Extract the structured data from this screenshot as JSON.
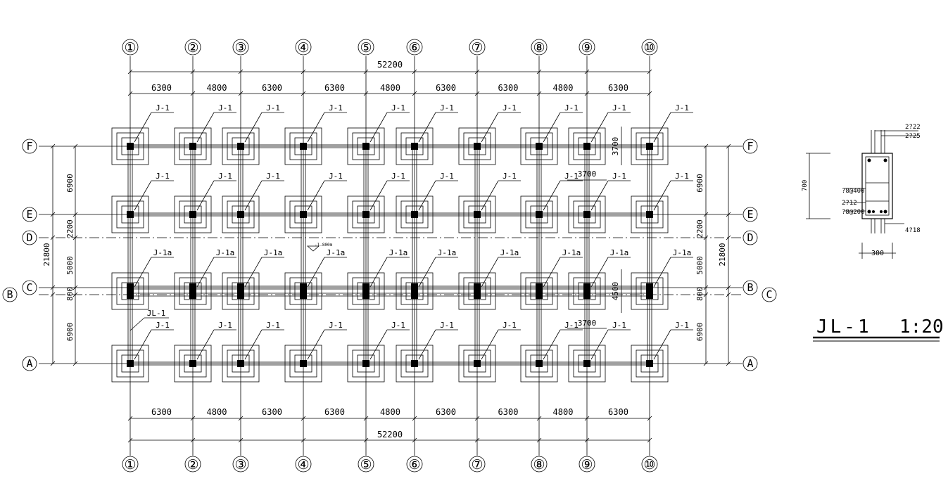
{
  "axes_x": [
    "①",
    "②",
    "③",
    "④",
    "⑤",
    "⑥",
    "⑦",
    "⑧",
    "⑨",
    "⑩"
  ],
  "axes_y": [
    "F",
    "E",
    "D",
    "C",
    "B",
    "A"
  ],
  "spans_x": [
    "6300",
    "4800",
    "6300",
    "6300",
    "4800",
    "6300",
    "6300",
    "4800",
    "6300"
  ],
  "total_x": "52200",
  "spans_y_left": [
    "6900",
    "2200",
    "5000",
    "800",
    "6900"
  ],
  "total_y": "21800",
  "footing_label": "J-1",
  "footing_label_alt": "J-1a",
  "beam_label": "JL-1",
  "elevation_mark": "-1.800m",
  "dim_3700": "3700",
  "dim_4500": "4500",
  "section": {
    "title": "JL-1",
    "scale": "1:20",
    "width": "300",
    "height": "700",
    "top_bars_1": "2?22",
    "top_bars_2": "2?25",
    "stirrup_1": "?8@400",
    "side_bars": "2?12",
    "stirrup_2": "?8@200",
    "bottom_bars": "4?18"
  },
  "colors": {
    "line": "#000000",
    "background": "#ffffff"
  }
}
